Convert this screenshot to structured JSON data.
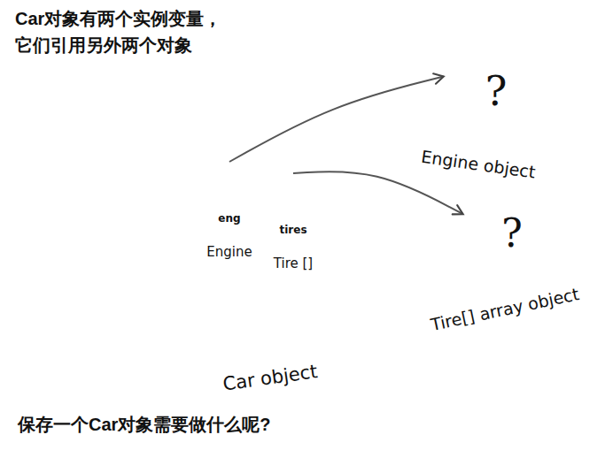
{
  "diagram": {
    "title": "Car对象有两个实例变量， 它们引用另外两个对象",
    "caption": "保存一个Car对象需要做什么呢?",
    "nodes": [
      {
        "text": [
          "Car object"
        ]
      },
      {
        "text": [
          "eng",
          "Engine"
        ],
        "in": 0
      },
      {
        "text": [
          "tires",
          "Tire []"
        ],
        "in": 0
      },
      {
        "text": [
          "?",
          "Engine object"
        ]
      },
      {
        "text": [
          "?",
          "Tire[] array object"
        ]
      }
    ],
    "edges": [
      {
        "from": 1,
        "to": 3,
        "arrow": "to"
      },
      {
        "from": 2,
        "to": 4,
        "arrow": "to"
      }
    ]
  }
}
